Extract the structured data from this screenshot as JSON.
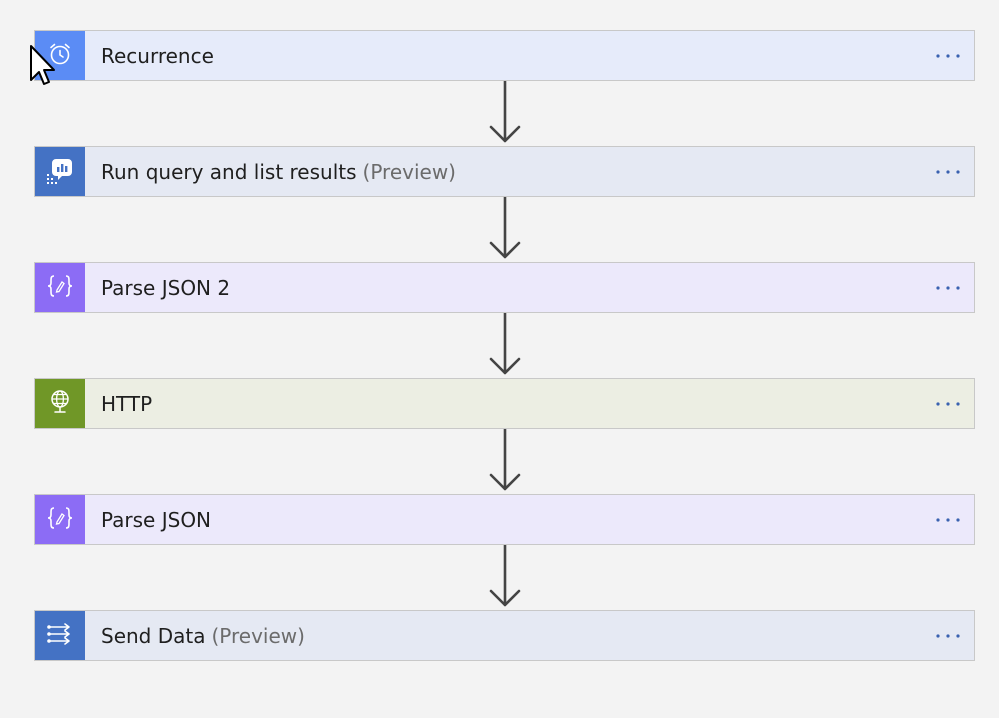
{
  "steps": [
    {
      "title": "Recurrence",
      "suffix": "",
      "icon": "alarm-clock-icon",
      "icon_bg": "#5b8cf5",
      "card_bg": "#e6ebfa"
    },
    {
      "title": "Run query and list results",
      "suffix": "(Preview)",
      "icon": "log-query-icon",
      "icon_bg": "#4472c4",
      "card_bg": "#e5e9f3"
    },
    {
      "title": "Parse JSON 2",
      "suffix": "",
      "icon": "data-operation-icon",
      "icon_bg": "#8c6cf5",
      "card_bg": "#ece9fb"
    },
    {
      "title": "HTTP",
      "suffix": "",
      "icon": "globe-icon",
      "icon_bg": "#709727",
      "card_bg": "#eceee3"
    },
    {
      "title": "Parse JSON",
      "suffix": "",
      "icon": "data-operation-icon",
      "icon_bg": "#8c6cf5",
      "card_bg": "#ece9fb"
    },
    {
      "title": "Send Data",
      "suffix": "(Preview)",
      "icon": "send-data-icon",
      "icon_bg": "#4472c4",
      "card_bg": "#e5e9f3"
    }
  ],
  "colors": {
    "canvas_bg": "#f3f3f3",
    "border": "#c8c8c8",
    "arrow": "#444444",
    "ellipsis": "#3a62b0"
  }
}
